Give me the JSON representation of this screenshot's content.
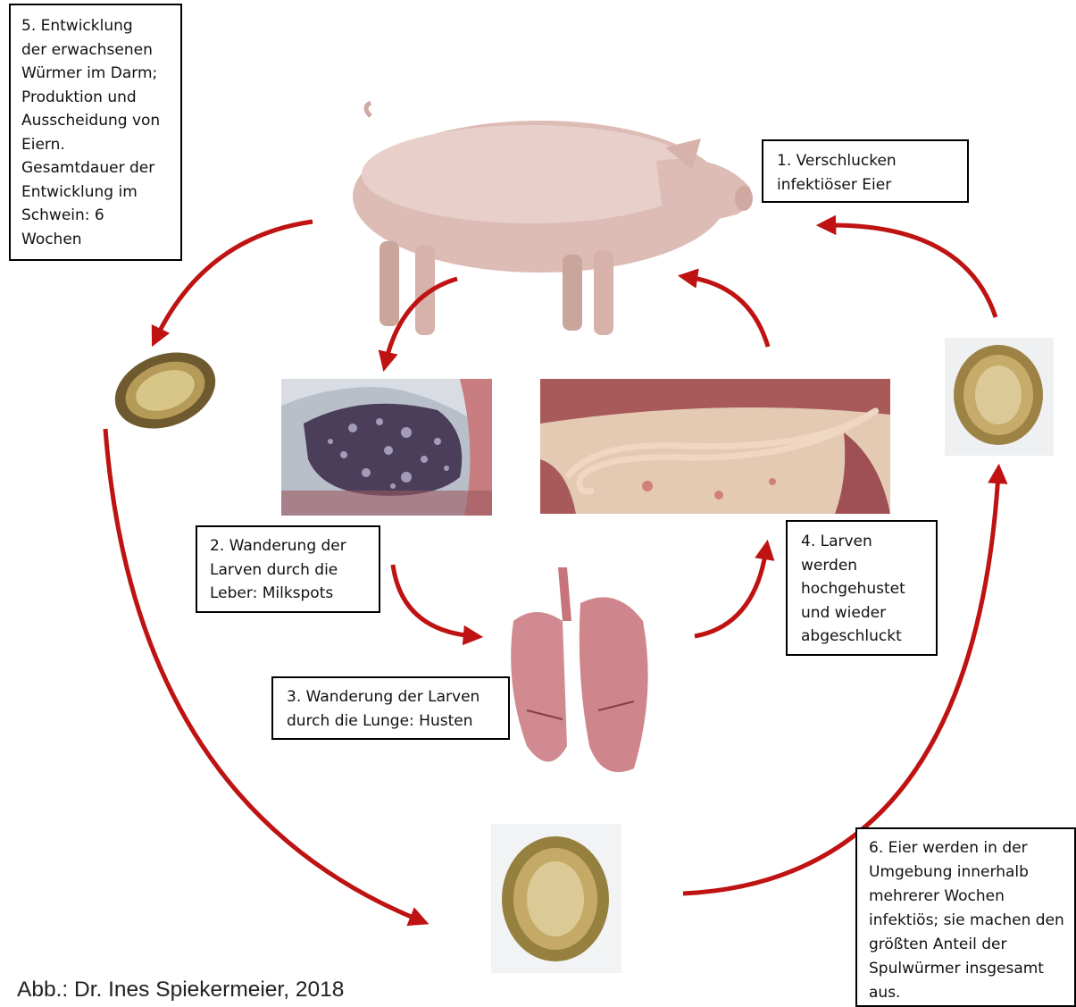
{
  "steps": {
    "step1": [
      "1. Verschlucken",
      "infektiöser Eier"
    ],
    "step2": [
      "2. Wanderung der",
      "Larven durch die",
      "Leber: Milkspots"
    ],
    "step3": [
      "3. Wanderung der Larven",
      "durch die Lunge: Husten"
    ],
    "step4": [
      "4. Larven",
      "werden",
      "hochgehustet",
      "und wieder",
      "abgeschluckt"
    ],
    "step5": [
      "5. Entwicklung",
      "der erwachsenen",
      "Würmer im Darm;",
      "Produktion und",
      "Ausscheidung von",
      "Eiern.",
      "Gesamtdauer der",
      "Entwicklung im",
      "Schwein: 6",
      "Wochen"
    ],
    "step6": [
      "6. Eier werden in der",
      "Umgebung innerhalb",
      "mehrerer Wochen",
      "infektiös; sie machen den",
      "größten Anteil der",
      "Spulwürmer insgesamt",
      "aus."
    ]
  },
  "caption": "Abb.: Dr. Ines Spiekermeier, 2018",
  "colors": {
    "arrow": "#bf1212",
    "pig": "#dcbcb5",
    "liver": "#4a3e5a",
    "lung": "#d08a90",
    "egg": "#b59a58",
    "worm": "#e6c0a8"
  },
  "images": {
    "pig": "pig-photo",
    "liver": "liver-with-milkspots-photo",
    "worm": "roundworm-photo",
    "lung": "lung-photo",
    "eggs": "egg-microscopy-photo"
  }
}
